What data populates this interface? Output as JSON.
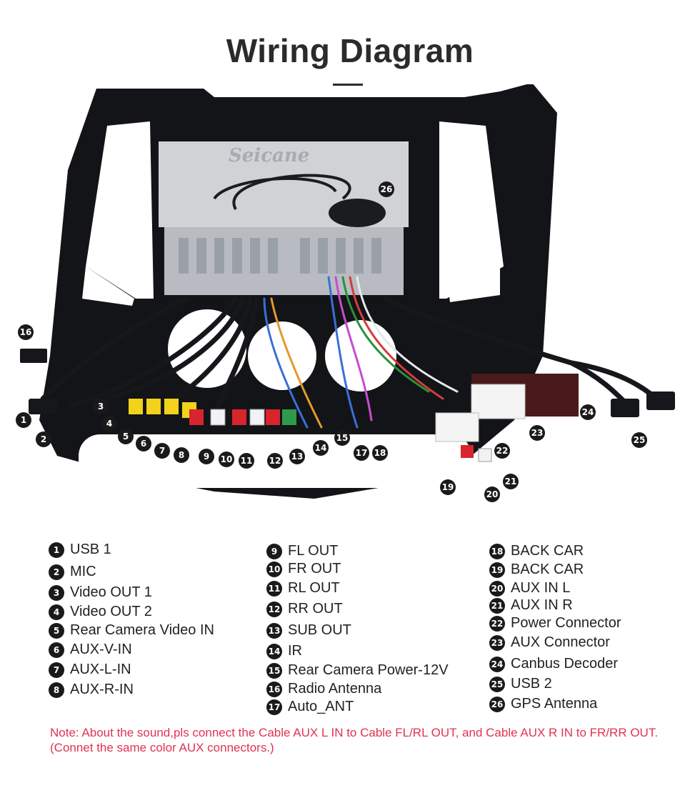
{
  "title": "Wiring Diagram",
  "watermark": "Seicane",
  "note": "Note: About the sound,pls connect the Cable AUX L IN to Cable FL/RL OUT, and Cable AUX R IN to FR/RR OUT.(Connet the same color AUX connectors.)",
  "legend": {
    "col1": [
      {
        "num": "1",
        "label": "USB 1"
      },
      {
        "num": "2",
        "label": "MIC"
      },
      {
        "num": "3",
        "label": "Video OUT 1"
      },
      {
        "num": "4",
        "label": "Video OUT 2"
      },
      {
        "num": "5",
        "label": "Rear Camera Video IN"
      },
      {
        "num": "6",
        "label": "AUX-V-IN"
      },
      {
        "num": "7",
        "label": "AUX-L-IN"
      },
      {
        "num": "8",
        "label": "AUX-R-IN"
      }
    ],
    "col2": [
      {
        "num": "9",
        "label": "FL OUT"
      },
      {
        "num": "10",
        "label": "FR OUT"
      },
      {
        "num": "11",
        "label": "RL OUT"
      },
      {
        "num": "12",
        "label": "RR OUT"
      },
      {
        "num": "13",
        "label": "SUB OUT"
      },
      {
        "num": "14",
        "label": "IR"
      },
      {
        "num": "15",
        "label": "Rear Camera Power-12V"
      },
      {
        "num": "16",
        "label": "Radio Antenna"
      },
      {
        "num": "17",
        "label": "Auto_ANT"
      }
    ],
    "col3": [
      {
        "num": "18",
        "label": "BACK CAR"
      },
      {
        "num": "19",
        "label": "BACK CAR"
      },
      {
        "num": "20",
        "label": "AUX IN L"
      },
      {
        "num": "21",
        "label": "AUX IN R"
      },
      {
        "num": "22",
        "label": "Power Connector"
      },
      {
        "num": "23",
        "label": "AUX Connector"
      },
      {
        "num": "24",
        "label": "Canbus Decoder"
      },
      {
        "num": "25",
        "label": "USB 2"
      },
      {
        "num": "26",
        "label": "GPS Antenna"
      }
    ]
  },
  "callouts": [
    "1",
    "2",
    "3",
    "4",
    "5",
    "6",
    "7",
    "8",
    "9",
    "10",
    "11",
    "12",
    "13",
    "14",
    "15",
    "16",
    "17",
    "18",
    "19",
    "20",
    "21",
    "22",
    "23",
    "24",
    "25",
    "26"
  ],
  "colors": {
    "note": "#e0334f",
    "frame": "#121418",
    "rca_yellow": "#f2d21b",
    "rca_red": "#d8242c",
    "rca_white": "#f2f2f2",
    "rca_green": "#2e9a4a"
  }
}
